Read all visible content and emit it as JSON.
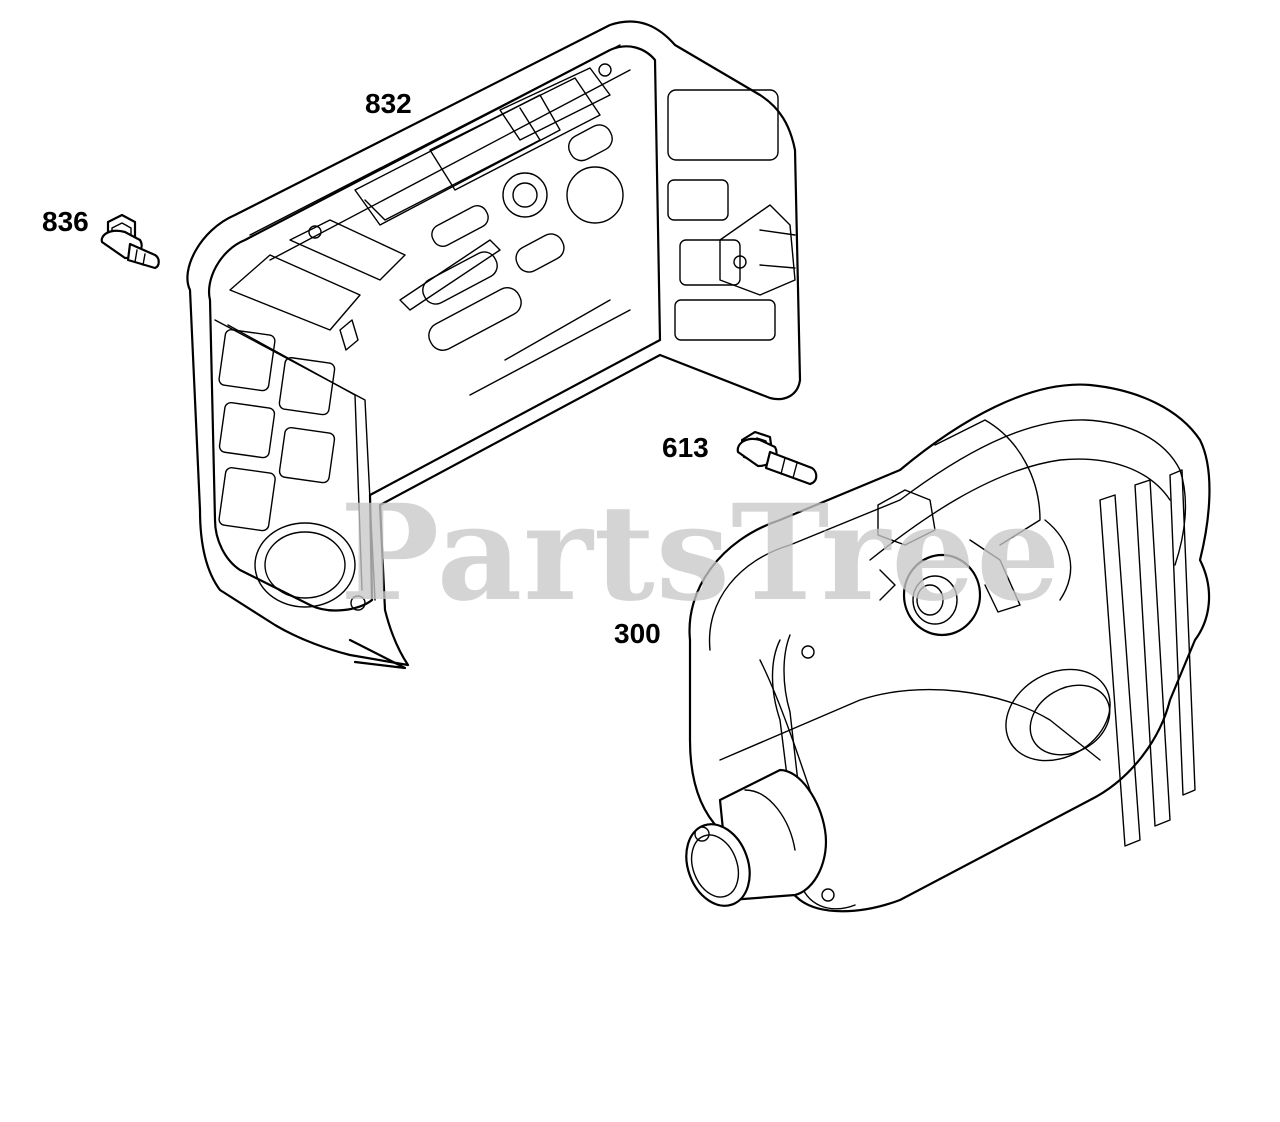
{
  "watermark": {
    "text": "PartsTree"
  },
  "parts": [
    {
      "id": "832",
      "label": "832",
      "icon": "heat-shield-icon"
    },
    {
      "id": "836",
      "label": "836",
      "icon": "flange-screw-icon"
    },
    {
      "id": "613",
      "label": "613",
      "icon": "bolt-icon"
    },
    {
      "id": "300",
      "label": "300",
      "icon": "muffler-icon"
    }
  ],
  "colors": {
    "line": "#000000",
    "watermark": "#c8c8c8",
    "background": "#ffffff"
  }
}
